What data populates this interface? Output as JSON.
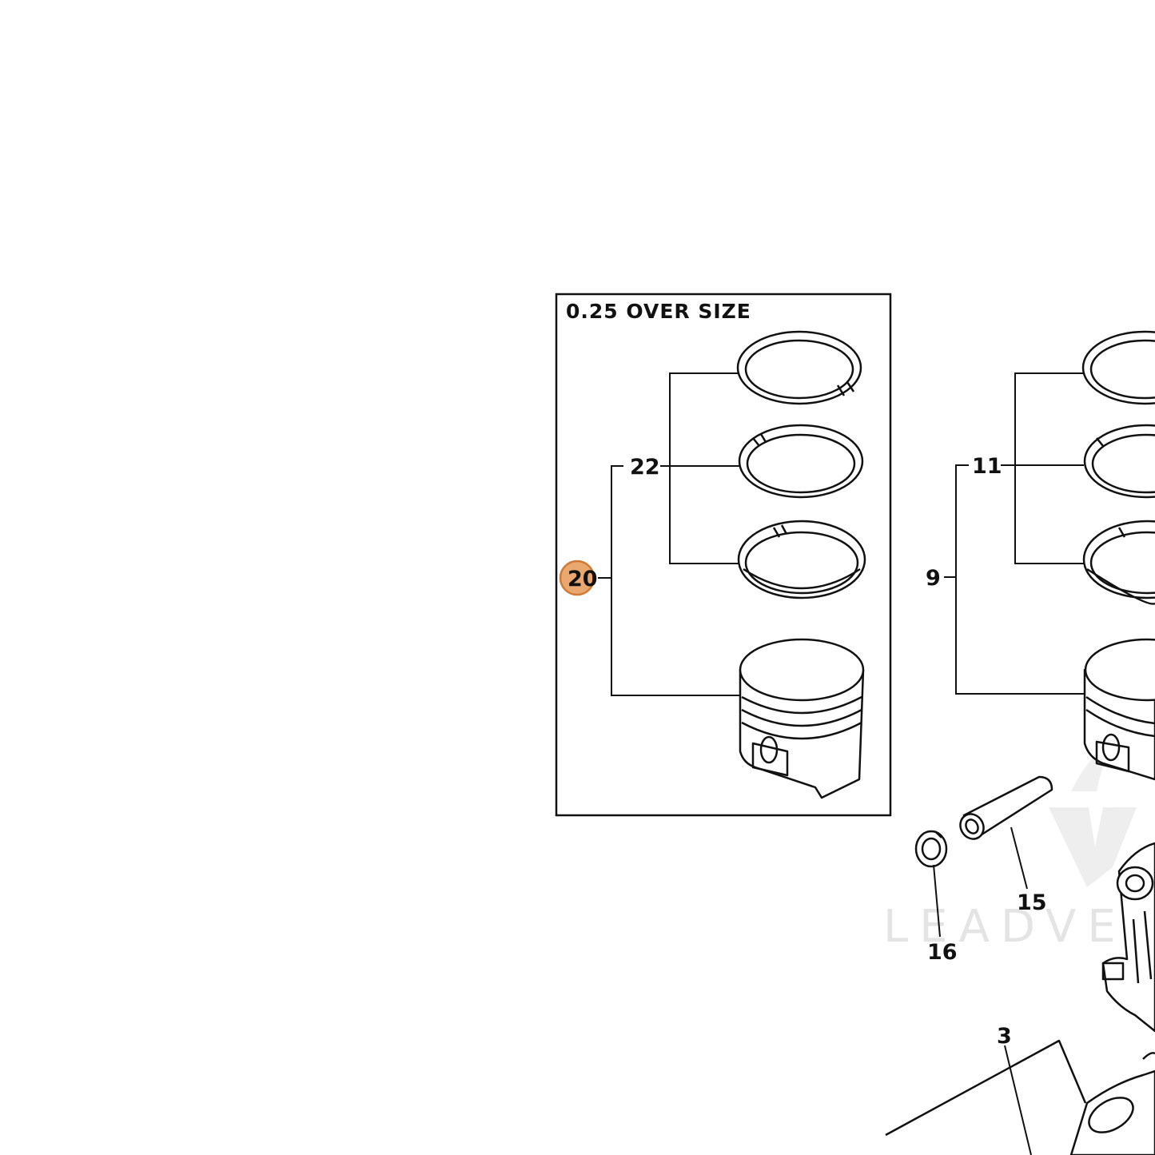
{
  "diagram": {
    "oversize_title": "0.25 OVER SIZE",
    "callouts": {
      "piston_kit_oversize": "20",
      "ring_set_oversize": "22",
      "piston_kit_std": "9",
      "ring_set_std": "11",
      "piston_pin": "15",
      "circlip": "16",
      "connecting_rod": "3"
    },
    "highlight_color": "#e8a870",
    "highlight_border": "#d07a36",
    "watermark": "LEADVEN"
  }
}
